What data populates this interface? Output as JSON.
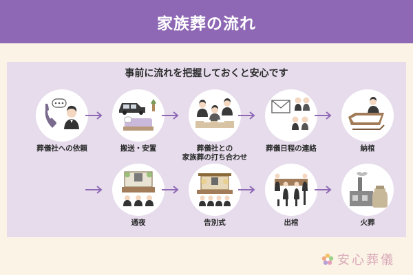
{
  "header": {
    "title": "家族葬の流れ"
  },
  "panel": {
    "title": "事前に流れを把握しておくと安心です"
  },
  "steps": [
    {
      "label": "葬儀社への依頼",
      "icon": "phone-call-icon"
    },
    {
      "label": "搬送・安置",
      "icon": "hearse-bed-icon"
    },
    {
      "label": "葬儀社との\n家族葬の打ち合わせ",
      "icon": "meeting-icon"
    },
    {
      "label": "葬儀日程の連絡",
      "icon": "letter-notice-icon"
    },
    {
      "label": "納棺",
      "icon": "coffin-icon"
    },
    {
      "label": "通夜",
      "icon": "wake-altar-icon"
    },
    {
      "label": "告別式",
      "icon": "funeral-altar-icon"
    },
    {
      "label": "出棺",
      "icon": "pallbearers-icon"
    },
    {
      "label": "火葬",
      "icon": "crematorium-icon"
    }
  ],
  "brand": {
    "name": "安心葬儀",
    "logo_icon": "flower-logo-icon"
  },
  "colors": {
    "header": "#8e68b4",
    "panel": "#e6dcec",
    "arrow": "#8e68b4",
    "background": "#fbf3e6",
    "brand": "#d9a8b8"
  }
}
